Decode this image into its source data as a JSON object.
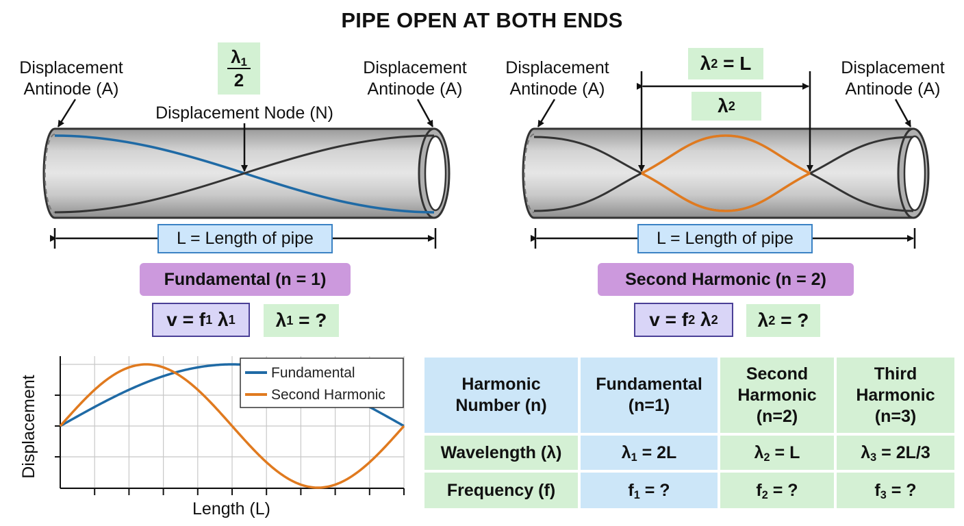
{
  "title": "PIPE OPEN AT BOTH ENDS",
  "pipe1": {
    "left_label_line1": "Displacement",
    "left_label_line2": "Antinode (A)",
    "right_label_line1": "Displacement",
    "right_label_line2": "Antinode (A)",
    "node_label": "Displacement Node (N)",
    "fraction_numerator": "λ",
    "fraction_numerator_sub": "1",
    "fraction_denominator": "2",
    "length_label": "L = Length of pipe",
    "mode_label": "Fundamental (n = 1)",
    "formula": {
      "v": "v = f",
      "f_sub": "1",
      "lambda": " λ",
      "lambda_sub": "1"
    },
    "unknown": {
      "lambda": "λ",
      "sub": "1",
      "rest": " = ?"
    }
  },
  "pipe2": {
    "left_label_line1": "Displacement",
    "left_label_line2": "Antinode (A)",
    "right_label_line1": "Displacement",
    "right_label_line2": "Antinode (A)",
    "top_equation": {
      "lambda": "λ",
      "sub": "2",
      "rest": " = L"
    },
    "span_label": {
      "lambda": "λ",
      "sub": "2"
    },
    "length_label": "L = Length of pipe",
    "mode_label": "Second Harmonic (n = 2)",
    "formula": {
      "v": "v = f",
      "f_sub": "2",
      "lambda": " λ",
      "lambda_sub": "2"
    },
    "unknown": {
      "lambda": "λ",
      "sub": "2",
      "rest": " = ?"
    }
  },
  "chart_data": {
    "type": "line",
    "xlabel": "Length (L)",
    "ylabel": "Displacement",
    "x_range": [
      0,
      1
    ],
    "y_range": [
      -1,
      1
    ],
    "grid": true,
    "legend_placement": "top-right",
    "series": [
      {
        "name": "Fundamental",
        "color": "#1f6aa5",
        "function": "sin(pi x)",
        "relative_frequency": 1
      },
      {
        "name": "Second Harmonic",
        "color": "#e07a1f",
        "function": "sin(2 pi x)",
        "relative_frequency": 2
      }
    ]
  },
  "table": {
    "header": {
      "col0": [
        "Harmonic",
        "Number (n)"
      ],
      "col1": [
        "Fundamental",
        "(n=1)"
      ],
      "col2": [
        "Second",
        "Harmonic",
        "(n=2)"
      ],
      "col3": [
        "Third",
        "Harmonic",
        "(n=3)"
      ]
    },
    "rows": [
      {
        "label": "Wavelength (λ)",
        "cells": [
          {
            "pre": "λ",
            "sub": "1",
            "post": " = 2L"
          },
          {
            "pre": "λ",
            "sub": "2",
            "post": " = L"
          },
          {
            "pre": "λ",
            "sub": "3",
            "post": " = 2L/3"
          }
        ]
      },
      {
        "label": "Frequency (f)",
        "cells": [
          {
            "pre": "f",
            "sub": "1",
            "post": " = ?"
          },
          {
            "pre": "f",
            "sub": "2",
            "post": " = ?"
          },
          {
            "pre": "f",
            "sub": "3",
            "post": " = ?"
          }
        ]
      }
    ],
    "colors": {
      "header_blue": "#cce6f8",
      "green": "#d4f0d4"
    }
  },
  "colors": {
    "pipe_gray": "#c9c9c9",
    "fundamental_blue": "#1f6aa5",
    "second_orange": "#e07a1f",
    "mode_purple": "#cc99dd",
    "formula_violet": "#d9d5f7",
    "highlight_green": "#d3f1d3"
  }
}
